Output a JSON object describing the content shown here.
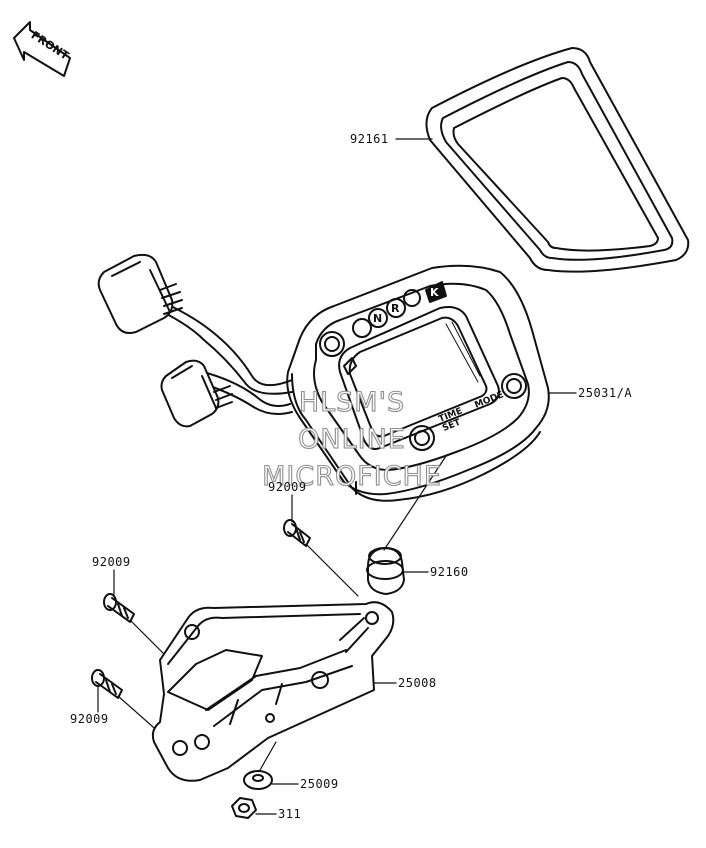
{
  "front_arrow": {
    "label": "FRONT"
  },
  "callouts": {
    "lens_cover": "92161",
    "meter_assembly": "25031/A",
    "grommet": "92160",
    "bracket": "25008",
    "washer": "25009",
    "nut": "311",
    "bolt_upper": "92009",
    "bolt_left_top": "92009",
    "bolt_left_bottom": "92009"
  },
  "meter_face": {
    "indicator_n": "N",
    "indicator_r": "R",
    "time_set": "TIME\nSET",
    "mode": "MODE",
    "brand_badge": "K"
  },
  "watermark": {
    "line1": "HLSM'S",
    "line2": "ONLINE",
    "line3": "MICROFICHE"
  }
}
